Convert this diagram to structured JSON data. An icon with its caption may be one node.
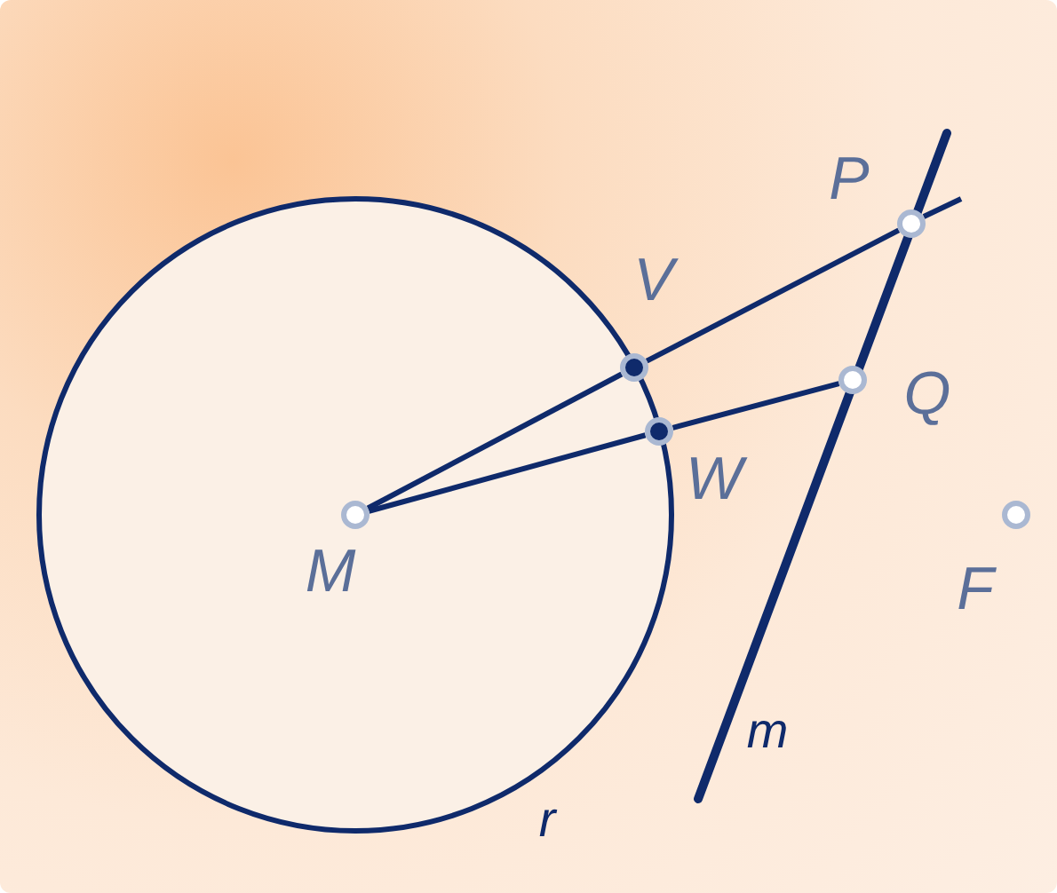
{
  "diagram": {
    "nodes": [
      {
        "text": [],
        "shape": "circle"
      },
      {
        "text": [],
        "shape": "circle"
      },
      {
        "text": [],
        "shape": "circle"
      },
      {
        "text": [],
        "shape": "circle"
      },
      {
        "text": [],
        "shape": "circle"
      },
      {
        "text": [],
        "shape": "circle"
      }
    ],
    "edges": [
      {
        "from": 0,
        "to": 1,
        "arrow": "none"
      },
      {
        "from": 1,
        "to": 2,
        "arrow": "none"
      },
      {
        "from": 0,
        "to": 3,
        "arrow": "none"
      },
      {
        "from": 3,
        "to": 4,
        "arrow": "none"
      }
    ],
    "labels": [
      "P",
      "V",
      "Q",
      "W",
      "M",
      "F",
      "m",
      "r"
    ]
  }
}
